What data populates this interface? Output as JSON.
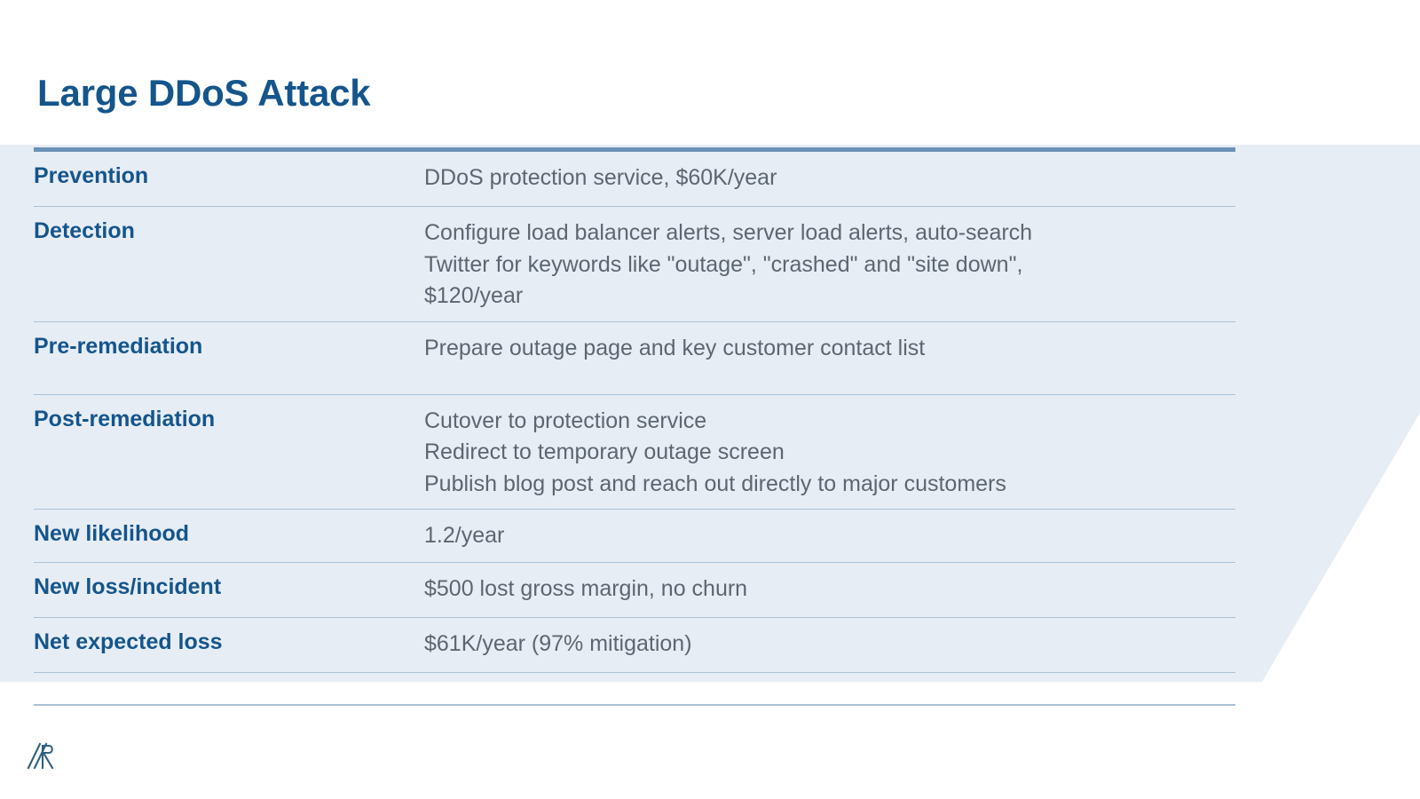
{
  "slide": {
    "title": "Large DDoS Attack",
    "colors": {
      "title_blue": "#14558c",
      "label_blue": "#14558c",
      "value_gray": "#5d6670",
      "panel_bg": "#e7edf5",
      "rule_strong": "#6b92b7",
      "rule_light": "#a9c1d6",
      "page_bg": "#ffffff"
    },
    "logo": {
      "name": "company-monogram-logo",
      "color": "#2c5f80"
    }
  },
  "table": {
    "rows": [
      {
        "label": "Prevention",
        "value": "DDoS protection service, $60K/year"
      },
      {
        "label": "Detection",
        "value": "Configure load balancer alerts, server load alerts, auto-search\nTwitter for keywords like \"outage\", \"crashed\" and \"site down\",\n$120/year"
      },
      {
        "label": "Pre-remediation",
        "value": "Prepare outage page and key customer contact list"
      },
      {
        "label": "Post-remediation",
        "value": "Cutover to protection service\nRedirect to temporary outage screen\nPublish blog post and reach out directly to major customers"
      },
      {
        "label": "New likelihood",
        "value": "1.2/year"
      },
      {
        "label": "New loss/incident",
        "value": "$500 lost gross margin, no churn"
      },
      {
        "label": "Net expected loss",
        "value": "$61K/year (97% mitigation)"
      }
    ]
  }
}
